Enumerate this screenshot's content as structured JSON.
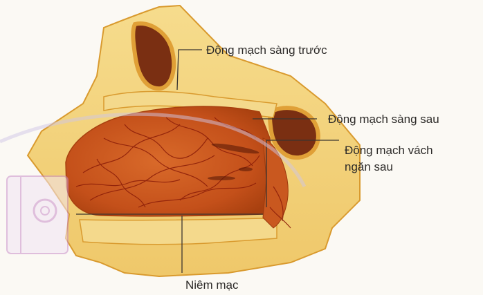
{
  "labels": {
    "anterior_ethmoidal": "Động mạch sàng trước",
    "posterior_ethmoidal": "Động mạch sàng sau",
    "posterior_septal_line1": "Động mạch vách",
    "posterior_septal_line2": "ngăn sau",
    "mucosa": "Niêm mạc"
  },
  "colors": {
    "background": "#fbf9f4",
    "bone": "#f2d27a",
    "bone_dark": "#e2a83a",
    "mucosa": "#c9571c",
    "vessel": "#8a1c08",
    "leader": "#3a3530"
  },
  "icons": [
    "notebook-at-icon"
  ]
}
